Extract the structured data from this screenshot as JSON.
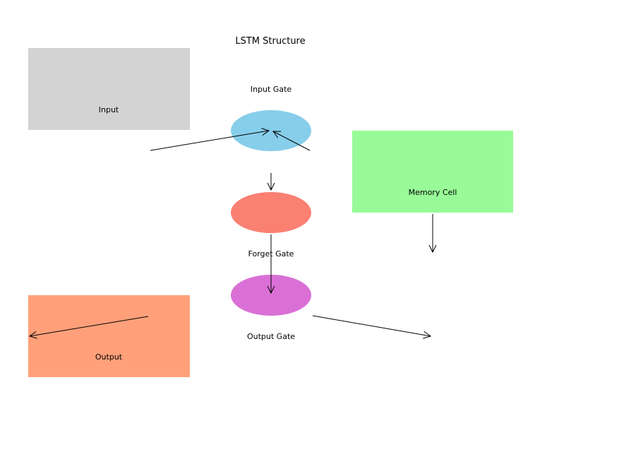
{
  "title": "LSTM Structure",
  "nodes": {
    "input": {
      "label": "Input",
      "color": "#d3d3d3"
    },
    "input_gate": {
      "label": "Input Gate",
      "color": "#87ceeb"
    },
    "forget_gate": {
      "label": "Forget Gate",
      "color": "#fa8072"
    },
    "output_gate": {
      "label": "Output Gate",
      "color": "#da70d6"
    },
    "memory_cell": {
      "label": "Memory Cell",
      "color": "#98fb98"
    },
    "output": {
      "label": "Output",
      "color": "#ffa07a"
    }
  }
}
